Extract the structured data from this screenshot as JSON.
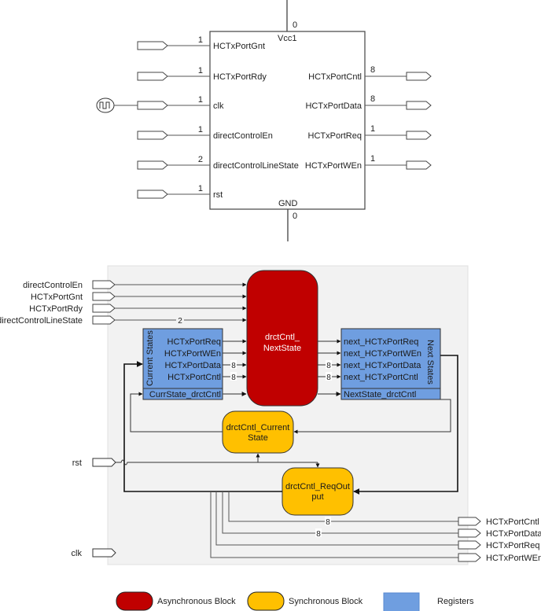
{
  "colors": {
    "async": "#c00000",
    "sync": "#ffc000",
    "register": "#6f9ee0",
    "panel": "#f2f2f2"
  },
  "entity": {
    "top_supply": {
      "label": "Vcc1",
      "width": "0"
    },
    "bottom_supply": {
      "label": "GND",
      "width": "0"
    },
    "inputs": [
      {
        "name": "HCTxPortGnt",
        "width": "1"
      },
      {
        "name": "HCTxPortRdy",
        "width": "1"
      },
      {
        "name": "clk",
        "width": "1"
      },
      {
        "name": "directControlEn",
        "width": "1"
      },
      {
        "name": "directControlLineState",
        "width": "2"
      },
      {
        "name": "rst",
        "width": "1"
      }
    ],
    "outputs": [
      {
        "name": "HCTxPortCntl",
        "width": "8"
      },
      {
        "name": "HCTxPortData",
        "width": "8"
      },
      {
        "name": "HCTxPortReq",
        "width": "1"
      },
      {
        "name": "HCTxPortWEn",
        "width": "1"
      }
    ],
    "clock_source_icon": "clock-pulse-icon"
  },
  "arch": {
    "inputs": [
      {
        "name": "directControlEn",
        "width": ""
      },
      {
        "name": "HCTxPortGnt",
        "width": ""
      },
      {
        "name": "HCTxPortRdy",
        "width": ""
      },
      {
        "name": "directControlLineState",
        "width": "2"
      }
    ],
    "rst_label": "rst",
    "clk_label": "clk",
    "next_state_block": {
      "line1": "drctCntl_",
      "line2": "NextState"
    },
    "current_state_block": {
      "line1": "drctCntl_Current",
      "line2": "State"
    },
    "reqout_block": {
      "line1": "drctCntl_ReqOut",
      "line2": "put"
    },
    "current_states_reg": {
      "title": "Current States",
      "fields": [
        {
          "name": "HCTxPortReq",
          "width": ""
        },
        {
          "name": "HCTxPortWEn",
          "width": ""
        },
        {
          "name": "HCTxPortData",
          "width": "8"
        },
        {
          "name": "HCTxPortCntl",
          "width": "8"
        }
      ],
      "state_field": "CurrState_drctCntl"
    },
    "next_states_reg": {
      "title": "Next States",
      "fields": [
        {
          "name": "next_HCTxPortReq",
          "width": ""
        },
        {
          "name": "next_HCTxPortWEn",
          "width": ""
        },
        {
          "name": "next_HCTxPortData",
          "width": "8"
        },
        {
          "name": "next_HCTxPortCntl",
          "width": "8"
        }
      ],
      "state_field": "NextState_drctCntl"
    },
    "outputs": [
      {
        "name": "HCTxPortCntl",
        "width": "8"
      },
      {
        "name": "HCTxPortData",
        "width": "8"
      },
      {
        "name": "HCTxPortReq",
        "width": ""
      },
      {
        "name": "HCTxPortWEn",
        "width": ""
      }
    ]
  },
  "legend": [
    {
      "label": "Asynchronous Block",
      "kind": "async"
    },
    {
      "label": "Synchronous Block",
      "kind": "sync"
    },
    {
      "label": "Registers",
      "kind": "register"
    }
  ]
}
